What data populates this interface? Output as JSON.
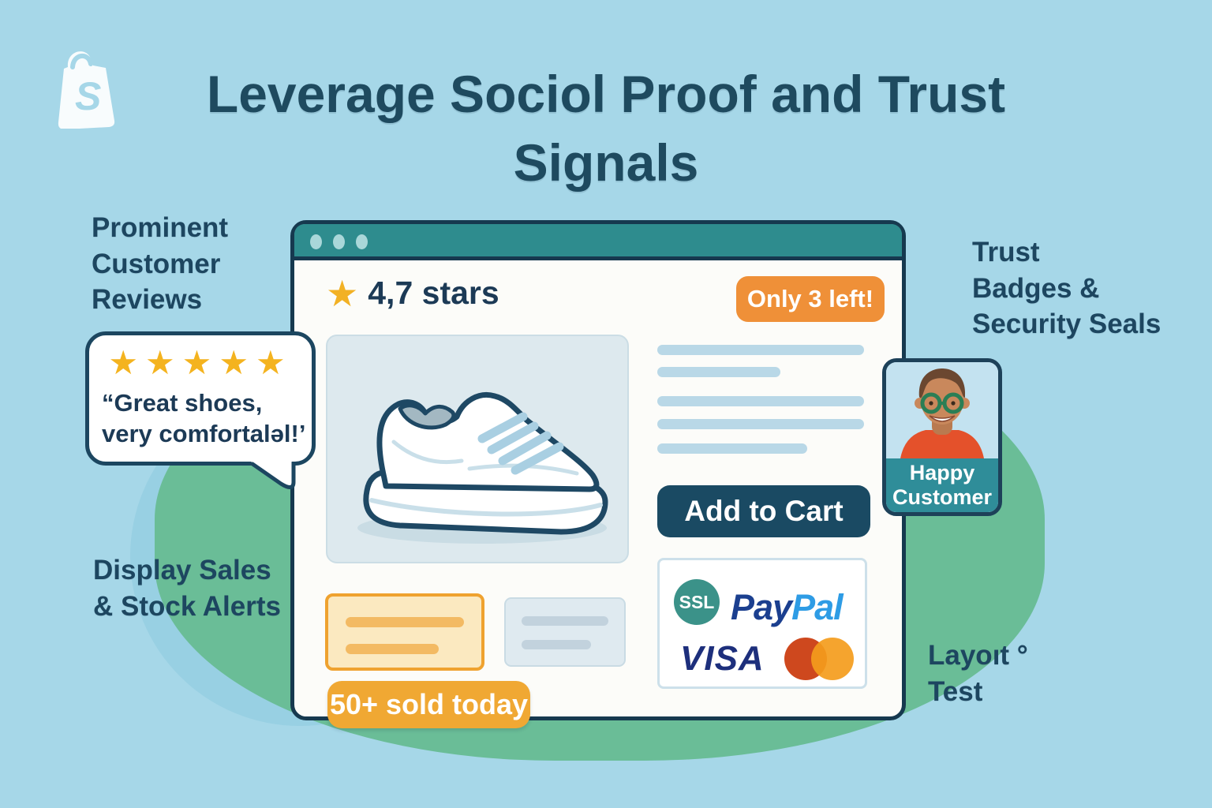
{
  "page": {
    "title_line1": "Leverage Sociol Proof and Trust",
    "title_line2": "Signals"
  },
  "logo": {
    "letter": "S"
  },
  "labels": {
    "prominent": {
      "lines": [
        "Prominent",
        "Customer",
        "Reviews"
      ]
    },
    "trust": {
      "lines": [
        "Trust",
        "Badges &",
        "Security Seals"
      ]
    },
    "display": {
      "lines": [
        "Display Sales",
        "& Stock Alerts"
      ]
    },
    "layout": {
      "lines": [
        "Layoıt °",
        "Test"
      ]
    }
  },
  "review_bubble": {
    "stars": "★★★★★",
    "line1": "“Great shoes,",
    "line2": "very comfortalǝl!’"
  },
  "browser": {
    "rating": {
      "star": "★",
      "text": "4,7 stars"
    },
    "stock_badge": "Only 3 left!",
    "add_to_cart": "Add to Cart",
    "sold_badge": "50+ sold today"
  },
  "payment": {
    "ssl": "SSL",
    "paypal": {
      "pay": "Pay",
      "pal": "Pal"
    },
    "visa": "VISA"
  },
  "customer_card": {
    "line1": "Happy",
    "line2": "Customer"
  },
  "colors": {
    "background": "#a6d7e8",
    "green_blob": "#6abd97",
    "heading_text": "#1e4a5f",
    "browser_chrome_teal": "#2e8c8e",
    "outline_navy": "#16394f",
    "star_gold": "#f2b124",
    "stock_badge_orange": "#ef9038",
    "sold_badge_yellow": "#f0a833",
    "add_to_cart_navy": "#1a4a63",
    "ssl_teal": "#3b9289",
    "paypal_dark_blue": "#1b3f8f",
    "paypal_light_blue": "#2e9ce5",
    "visa_blue": "#1d2f7c",
    "mastercard_red": "#ce481e",
    "mastercard_orange": "#f49c1c",
    "customer_band_teal": "#2f8d99"
  }
}
